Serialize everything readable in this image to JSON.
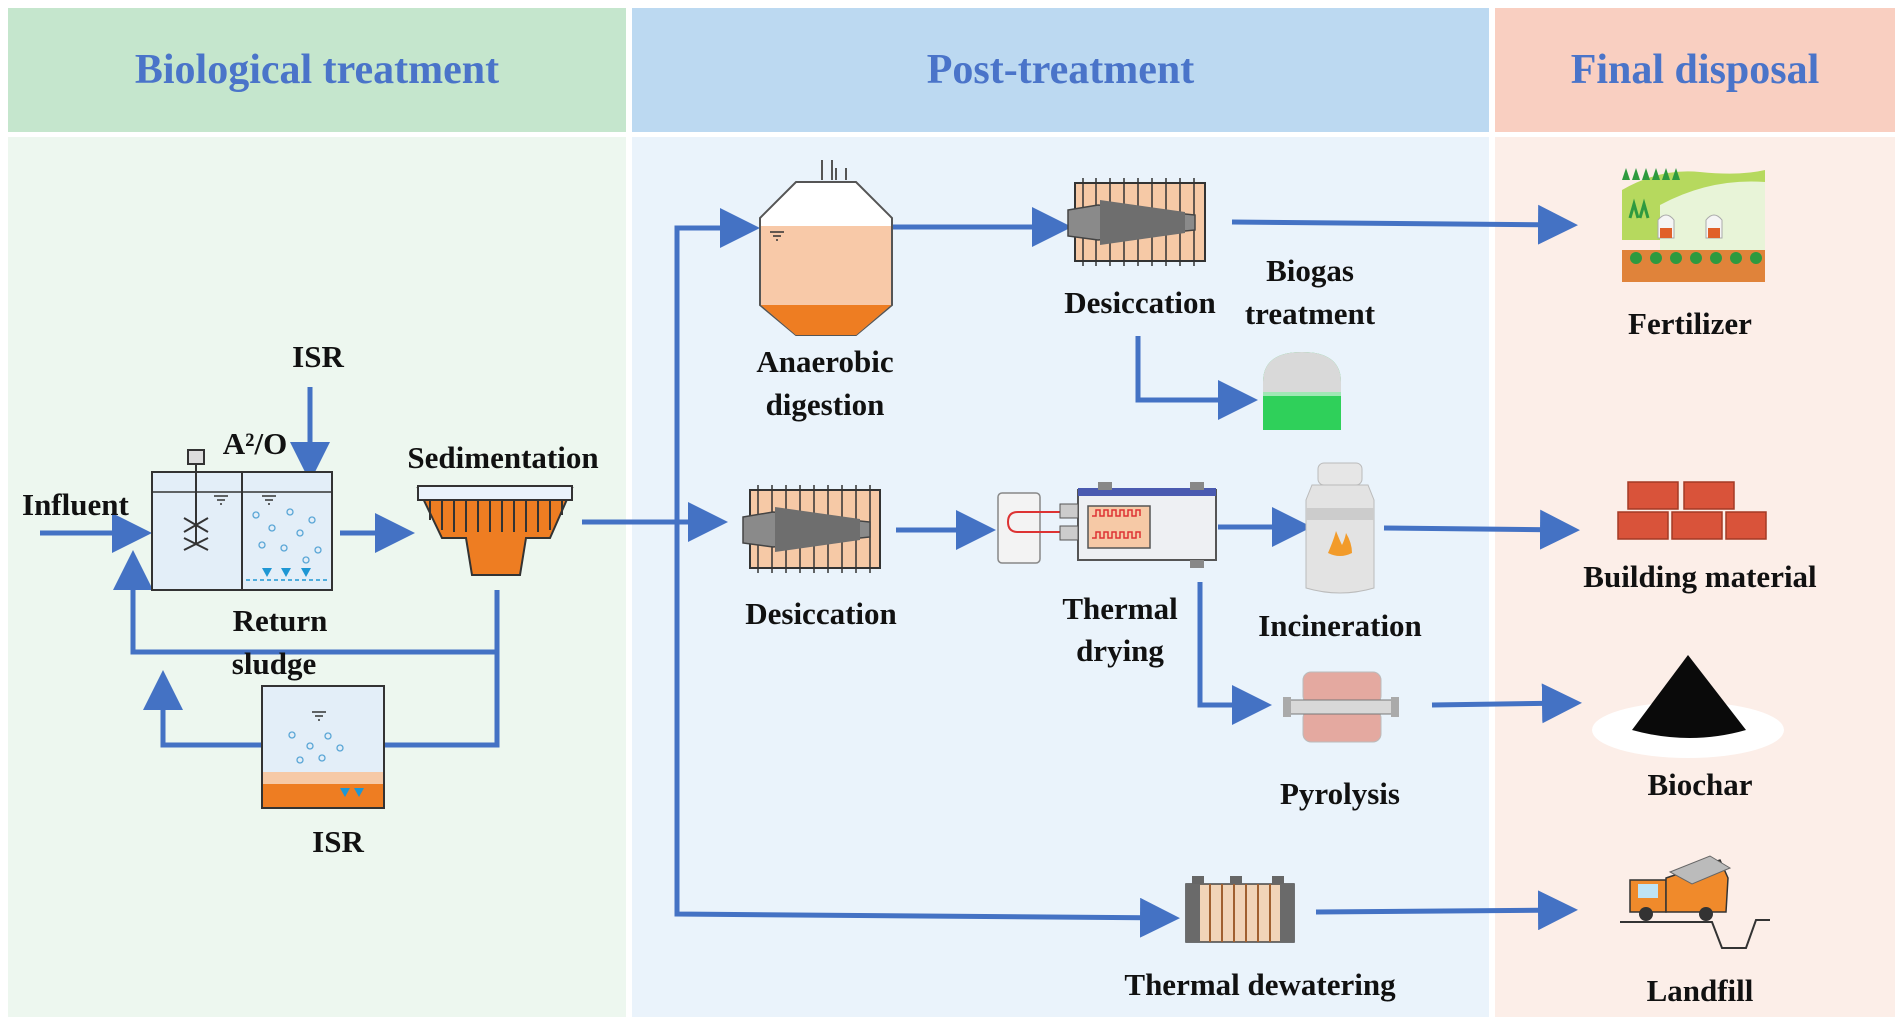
{
  "sections": {
    "biological": {
      "title": "Biological treatment",
      "header_color": "#c5e6cd",
      "body_color": "#edf7ef"
    },
    "post": {
      "title": "Post-treatment",
      "header_color": "#bcd9f1",
      "body_color": "#eaf3fb"
    },
    "final": {
      "title": "Final disposal",
      "header_color": "#f9cfc1",
      "body_color": "#fceee8"
    }
  },
  "labels": {
    "isr_top": "ISR",
    "a2o": "A²/O",
    "influent": "Influent",
    "sedimentation": "Sedimentation",
    "return_sludge_1": "Return",
    "return_sludge_2": "sludge",
    "isr_bottom": "ISR",
    "anaerobic_1": "Anaerobic",
    "anaerobic_2": "digestion",
    "desiccation_top": "Desiccation",
    "biogas_1": "Biogas",
    "biogas_2": "treatment",
    "desiccation_mid": "Desiccation",
    "thermal_drying_1": "Thermal",
    "thermal_drying_2": "drying",
    "incineration": "Incineration",
    "pyrolysis": "Pyrolysis",
    "thermal_dewatering": "Thermal dewatering",
    "fertilizer": "Fertilizer",
    "building_material": "Building material",
    "biochar": "Biochar",
    "landfill": "Landfill"
  },
  "colors": {
    "arrow": "#4472c4",
    "sludge_orange": "#ee7d22",
    "tank_fill": "#e3eef8",
    "machine_fill": "#f6c9a6",
    "biogas_green": "#2fd05a"
  },
  "icons": [
    "mixer-icon",
    "aeration-bubbles-icon",
    "clarifier-icon",
    "digester-icon",
    "screw-press-icon",
    "biogas-tank-icon",
    "heat-exchanger-icon",
    "dryer-icon",
    "incinerator-icon",
    "pyrolysis-reactor-icon",
    "filter-press-icon",
    "farm-field-icon",
    "brick-wall-icon",
    "char-pile-icon",
    "dump-truck-icon"
  ]
}
